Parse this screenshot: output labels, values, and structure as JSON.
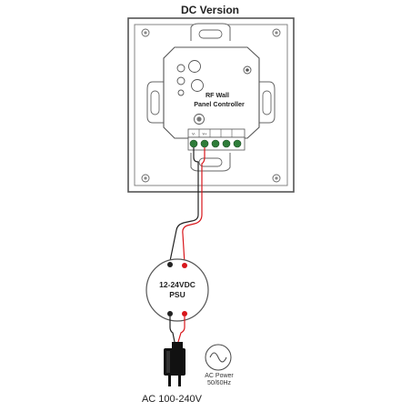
{
  "title": "DC Version",
  "controller": {
    "line1": "RF Wall",
    "line2": "Panel Controller",
    "terminal_labels": [
      "V-",
      "V+"
    ]
  },
  "psu": {
    "line1": "12-24VDC",
    "line2": "PSU"
  },
  "ac_power": {
    "line1": "AC Power",
    "line2": "50/60Hz"
  },
  "ac_input": "AC 100-240V",
  "colors": {
    "outline": "#555555",
    "wire_black": "#222222",
    "wire_red": "#d8161b",
    "terminal_green": "#2f7d3a",
    "panel_fill": "#ffffff",
    "plug_fill": "#111111"
  }
}
